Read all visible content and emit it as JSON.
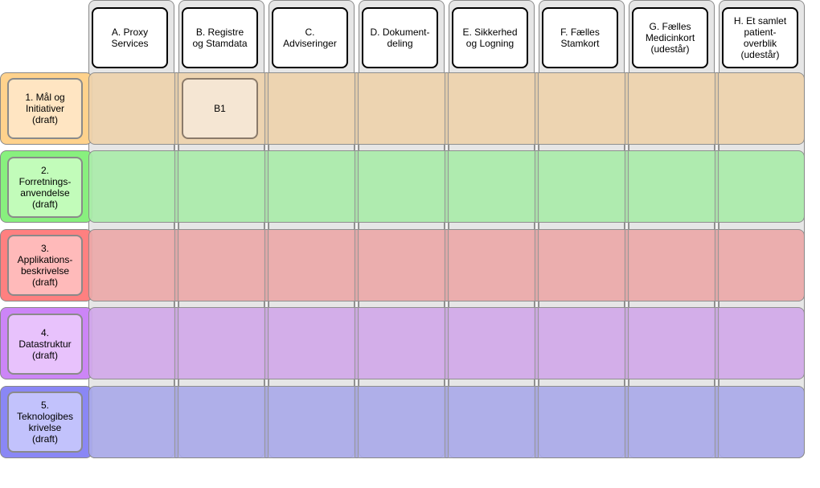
{
  "columns": [
    {
      "label": "A. Proxy\nServices"
    },
    {
      "label": "B. Registre\nog Stamdata"
    },
    {
      "label": "C.\nAdviseringer"
    },
    {
      "label": "D. Dokument-\ndeling"
    },
    {
      "label": "E. Sikkerhed\nog Logning"
    },
    {
      "label": "F. Fælles\nStamkort"
    },
    {
      "label": "G. Fælles\nMedicinkort\n(udestår)"
    },
    {
      "label": "H. Et samlet\npatient-\noverblik\n(udestår)"
    }
  ],
  "rows": [
    {
      "label": "1. Mål og\nInitiativer\n(draft)",
      "tab_color": "#ffd28c",
      "card_color": "#ffe5c2",
      "band_color": "#eed3ad"
    },
    {
      "label": "2.\nForretnings-\nanvendelse\n(draft)",
      "tab_color": "#88f07e",
      "card_color": "#c2fcba",
      "band_color": "#abecab"
    },
    {
      "label": "3.\nApplikations-\nbeskrivelse\n(draft)",
      "tab_color": "#ff8080",
      "card_color": "#ffbaba",
      "band_color": "#ecaaaa"
    },
    {
      "label": "4.\nDatastruktur\n(draft)",
      "tab_color": "#cc85f7",
      "card_color": "#e8c2fc",
      "band_color": "#d2aaea"
    },
    {
      "label": "5.\nTeknologibes\nkrivelse\n(draft)",
      "tab_color": "#8a87f5",
      "card_color": "#c2c2fc",
      "band_color": "#ababea"
    }
  ],
  "cells": {
    "b1": {
      "label": "B1"
    }
  }
}
